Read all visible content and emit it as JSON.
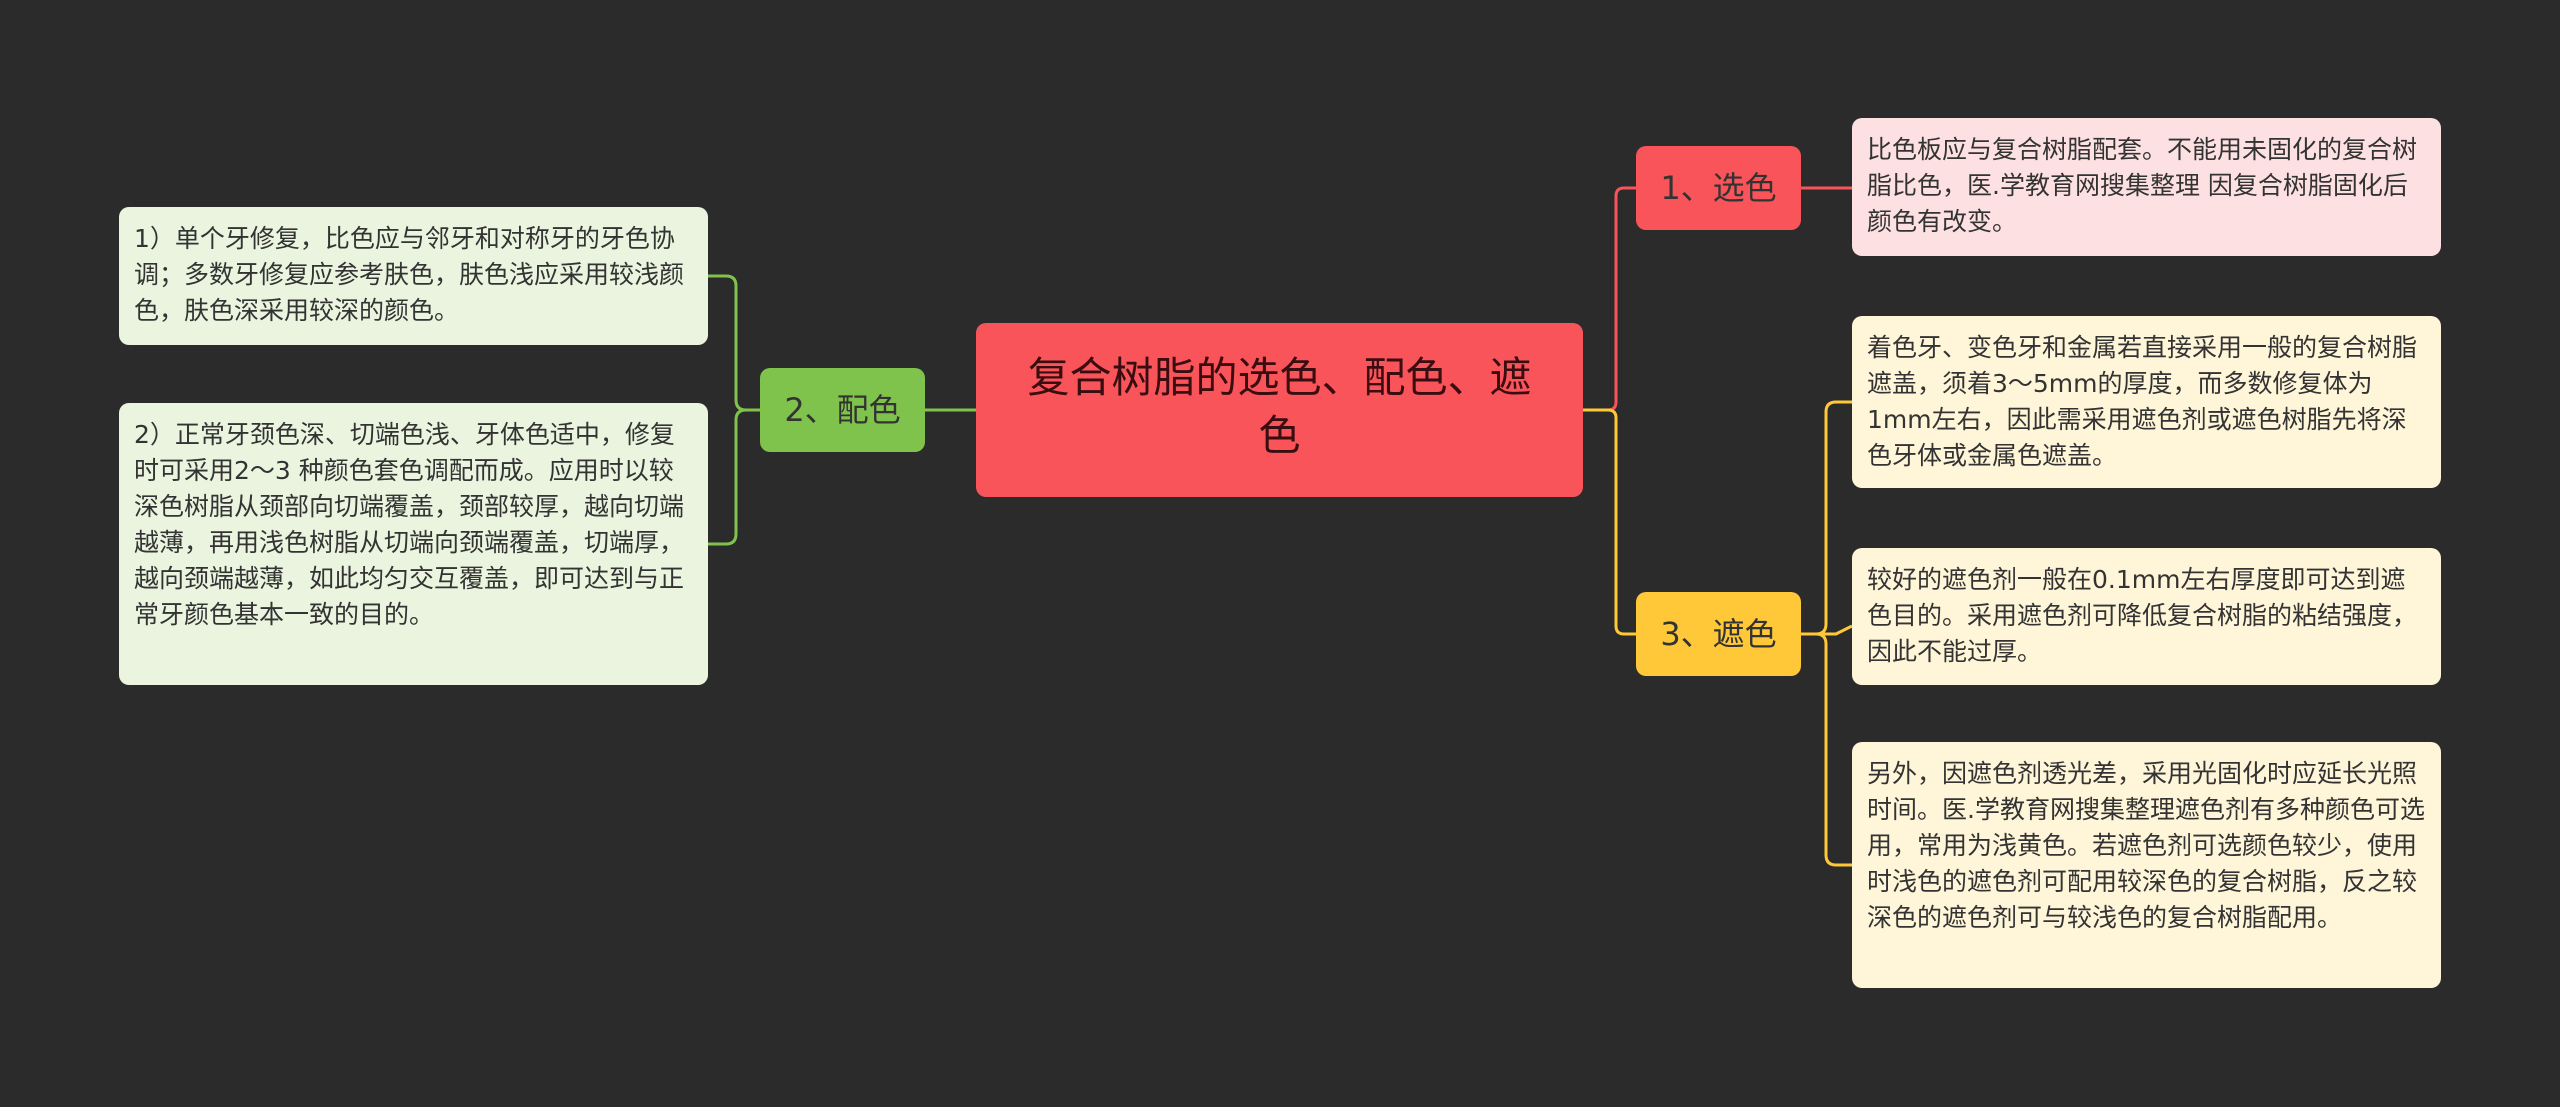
{
  "colors": {
    "background": "#2b2b2b",
    "center": "#f9545a",
    "branch_xuanse": "#f9545a",
    "branch_peise": "#7fc34c",
    "branch_zhese": "#ffc839"
  },
  "center": {
    "title": "复合树脂的选色、配色、遮色"
  },
  "branches": {
    "xuanse": {
      "label": "1、选色",
      "items": [
        "比色板应与复合树脂配套。不能用未固化的复合树脂比色，医.学教育网搜集整理 因复合树脂固化后颜色有改变。"
      ]
    },
    "peise": {
      "label": "2、配色",
      "items": [
        "1）单个牙修复，比色应与邻牙和对称牙的牙色协调；多数牙修复应参考肤色，肤色浅应采用较浅颜色，肤色深采用较深的颜色。",
        "2）正常牙颈色深、切端色浅、牙体色适中，修复时可采用2～3 种颜色套色调配而成。应用时以较深色树脂从颈部向切端覆盖，颈部较厚，越向切端越薄，再用浅色树脂从切端向颈端覆盖，切端厚，越向颈端越薄，如此均匀交互覆盖，即可达到与正常牙颜色基本一致的目的。"
      ]
    },
    "zhese": {
      "label": "3、遮色",
      "items": [
        "着色牙、变色牙和金属若直接采用一般的复合树脂遮盖，须着3～5mm的厚度，而多数修复体为1mm左右，因此需采用遮色剂或遮色树脂先将深色牙体或金属色遮盖。",
        "较好的遮色剂一般在0.1mm左右厚度即可达到遮色目的。采用遮色剂可降低复合树脂的粘结强度，因此不能过厚。",
        "另外，因遮色剂透光差，采用光固化时应延长光照时间。医.学教育网搜集整理遮色剂有多种颜色可选用，常用为浅黄色。若遮色剂可选颜色较少，使用时浅色的遮色剂可配用较深色的复合树脂，反之较深色的遮色剂可与较浅色的复合树脂配用。"
      ]
    }
  }
}
